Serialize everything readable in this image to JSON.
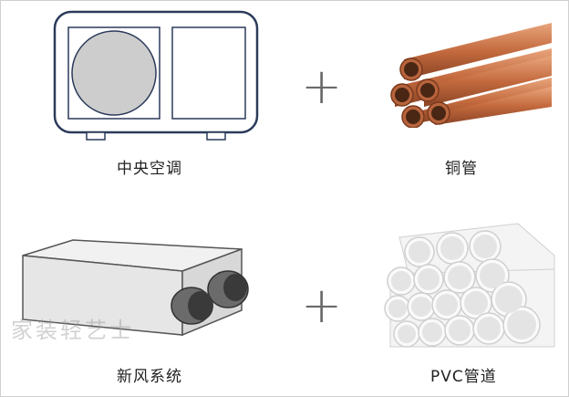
{
  "items": {
    "central_ac": {
      "label": "中央空调"
    },
    "copper_pipe": {
      "label": "铜管"
    },
    "fresh_air": {
      "label": "新风系统"
    },
    "pvc_pipe": {
      "label": "PVC管道"
    }
  },
  "operators": {
    "plus_top": "+",
    "plus_bottom": "+"
  },
  "watermark": {
    "text": "家装轻艺士"
  },
  "colors": {
    "outline": "#2c3a5a",
    "fan": "#cdcdcd",
    "copper": "#c9754a",
    "pvc": "#f4f4f4",
    "duct": "#6b6b6b"
  }
}
